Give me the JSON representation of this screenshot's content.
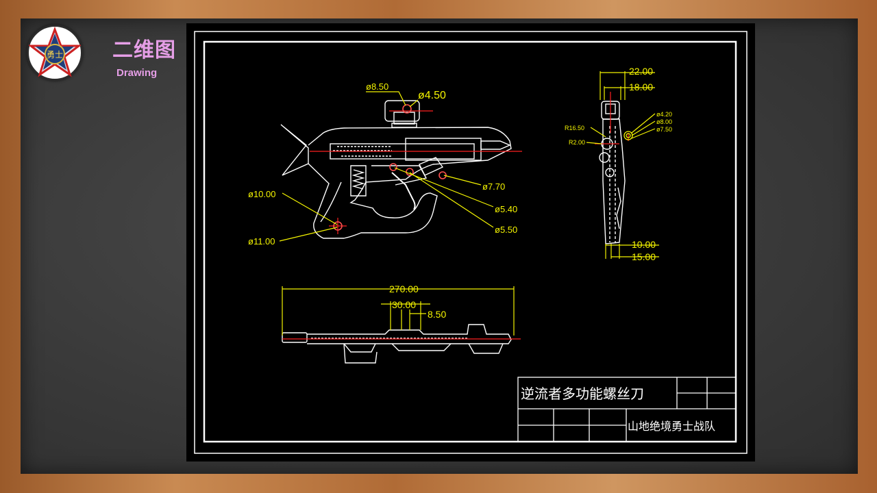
{
  "header": {
    "title": "二维图",
    "subtitle": "Drawing",
    "logo_text": "勇士"
  },
  "drawing": {
    "front_view_dims": {
      "d1": "ø8.50",
      "d2": "ø4.50",
      "d3": "ø7.70",
      "d4": "ø5.40",
      "d5": "ø5.50",
      "d6": "ø10.00",
      "d7": "ø11.00"
    },
    "side_view_dims": {
      "w1": "22.00",
      "w2": "18.00",
      "h1": "ø4.20",
      "h2": "ø8.00",
      "h3": "ø7.50",
      "r1": "R16.50",
      "r2": "R2.00",
      "b1": "10.00",
      "b2": "15.00"
    },
    "top_view_dims": {
      "len": "270.00",
      "w": "30.00",
      "s": "8.50"
    },
    "title_block": {
      "name": "逆流者多功能螺丝刀",
      "team": "山地绝境勇士战队"
    }
  },
  "colors": {
    "dimension": "#f4f400",
    "outline": "#ffffff",
    "center": "#ff2020",
    "accent": "#e59ee6"
  }
}
